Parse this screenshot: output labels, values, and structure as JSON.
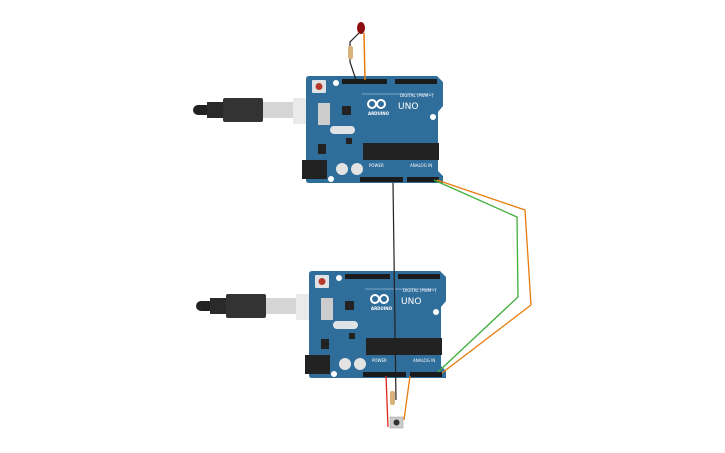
{
  "board": {
    "model": "UNO",
    "brand": "ARDUINO",
    "digital_label": "DIGITAL (PWM~)",
    "power_label": "POWER",
    "analog_label": "ANALOG IN"
  },
  "colors": {
    "board": "#2f6d9b",
    "wire_orange": "#e87b0c",
    "wire_green": "#3fae3a",
    "wire_black": "#222222",
    "wire_red": "#e0261c",
    "led": "#8b0d0d"
  },
  "components": [
    "arduino-uno-top",
    "arduino-uno-bottom",
    "usb-cable-top",
    "usb-cable-bottom",
    "led",
    "resistor-led",
    "resistor-button",
    "pushbutton"
  ]
}
